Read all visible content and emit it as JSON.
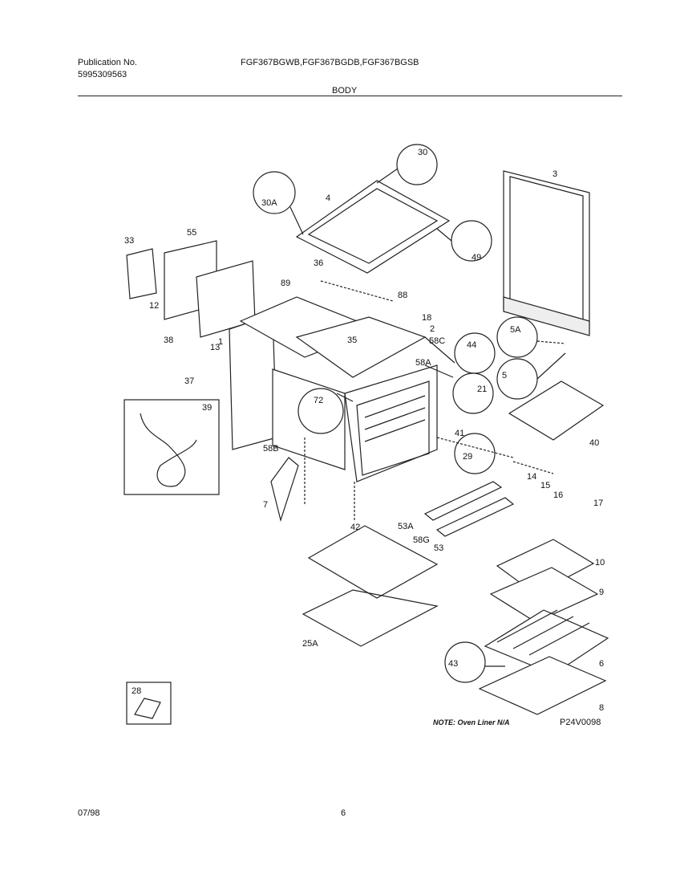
{
  "header": {
    "publication_label": "Publication No.",
    "publication_number": "5995309563",
    "models": "FGF367BGWB,FGF367BGDB,FGF367BGSB",
    "section": "BODY"
  },
  "footer": {
    "date": "07/98",
    "page": "6"
  },
  "diagram": {
    "note": "NOTE: Oven Liner N/A",
    "drawing_code": "P24V0098",
    "part_labels": [
      "1",
      "2",
      "3",
      "4",
      "5",
      "5A",
      "6",
      "7",
      "8",
      "9",
      "10",
      "12",
      "13",
      "14",
      "15",
      "16",
      "17",
      "18",
      "21",
      "25A",
      "28",
      "29",
      "30",
      "30A",
      "33",
      "35",
      "36",
      "37",
      "38",
      "39",
      "40",
      "41",
      "42",
      "43",
      "44",
      "49",
      "53",
      "53A",
      "55",
      "58A",
      "58B",
      "58C",
      "58G",
      "72",
      "88",
      "89"
    ]
  }
}
